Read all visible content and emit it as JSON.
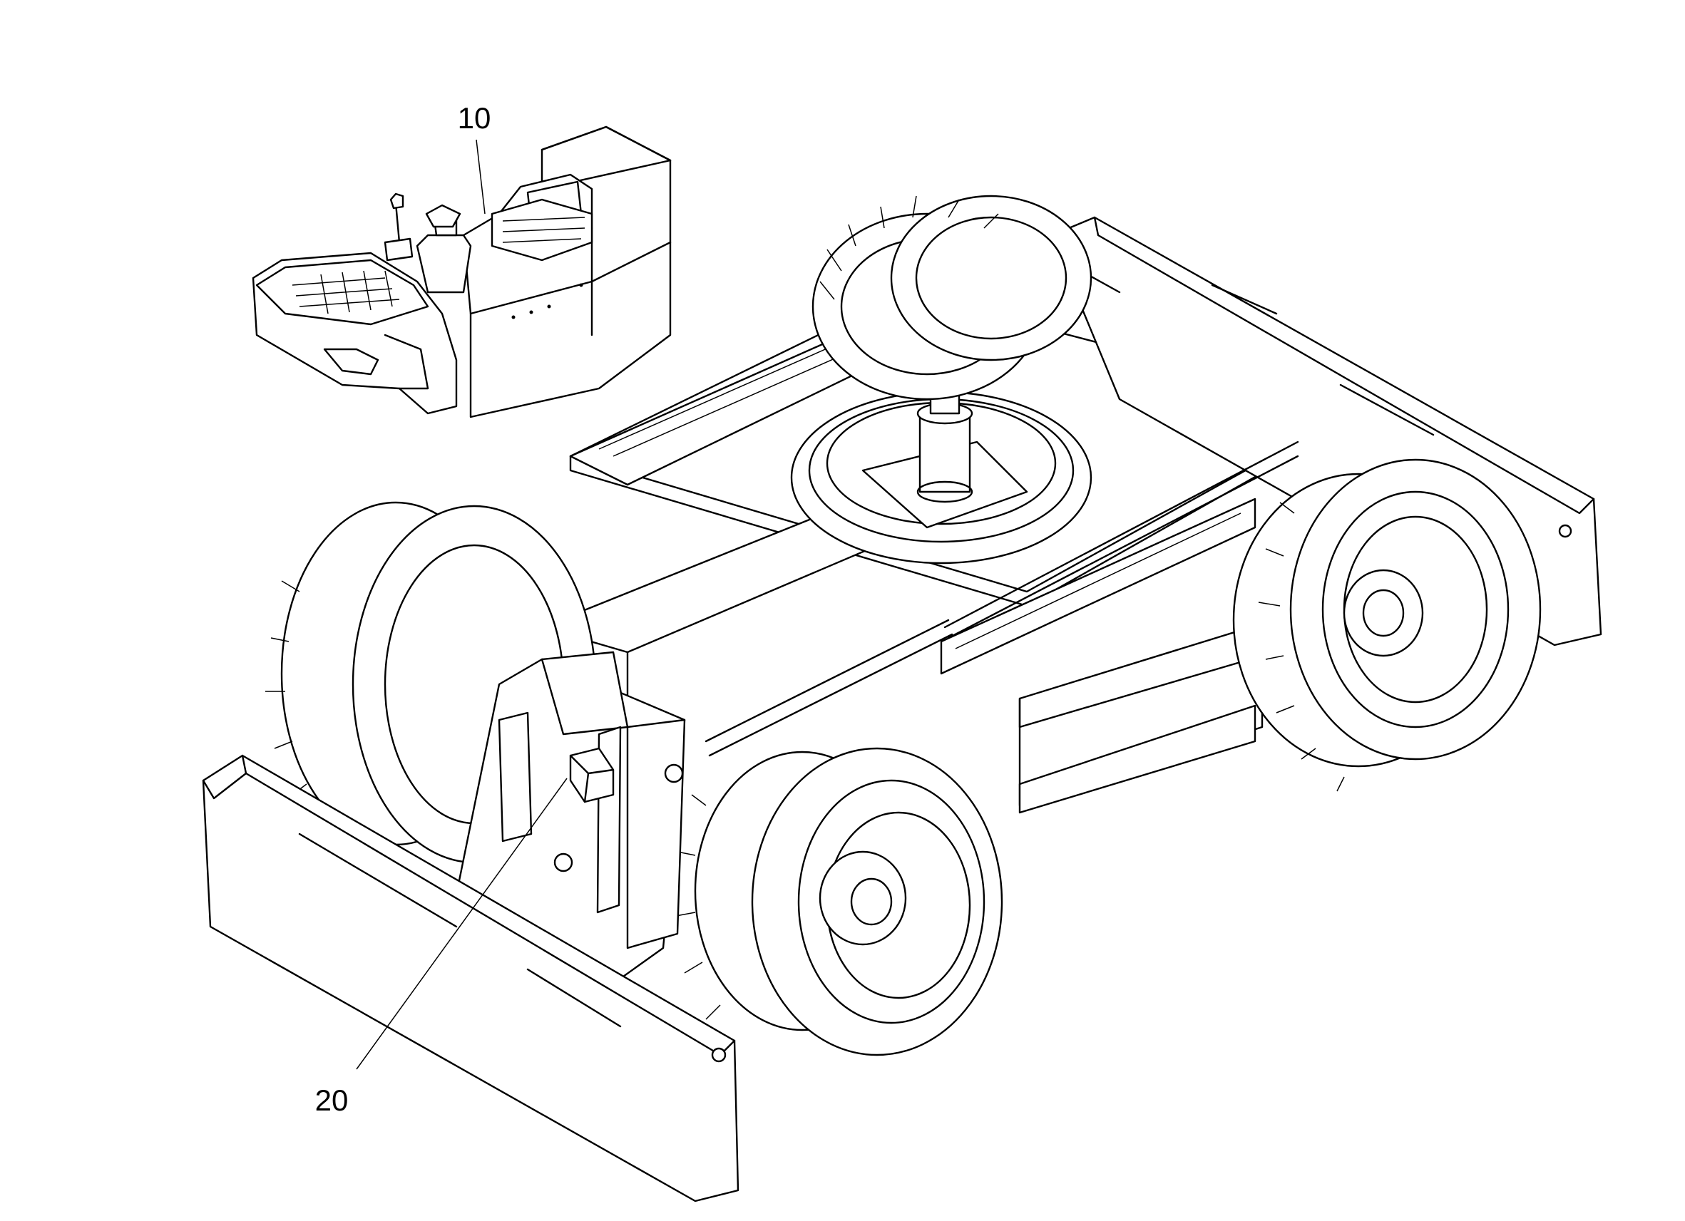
{
  "callouts": [
    {
      "label": "10",
      "target": "control-console"
    },
    {
      "label": "20",
      "target": "front-blade-hydraulic-valve"
    }
  ],
  "colors": {
    "line": "#000000",
    "background": "#ffffff"
  }
}
